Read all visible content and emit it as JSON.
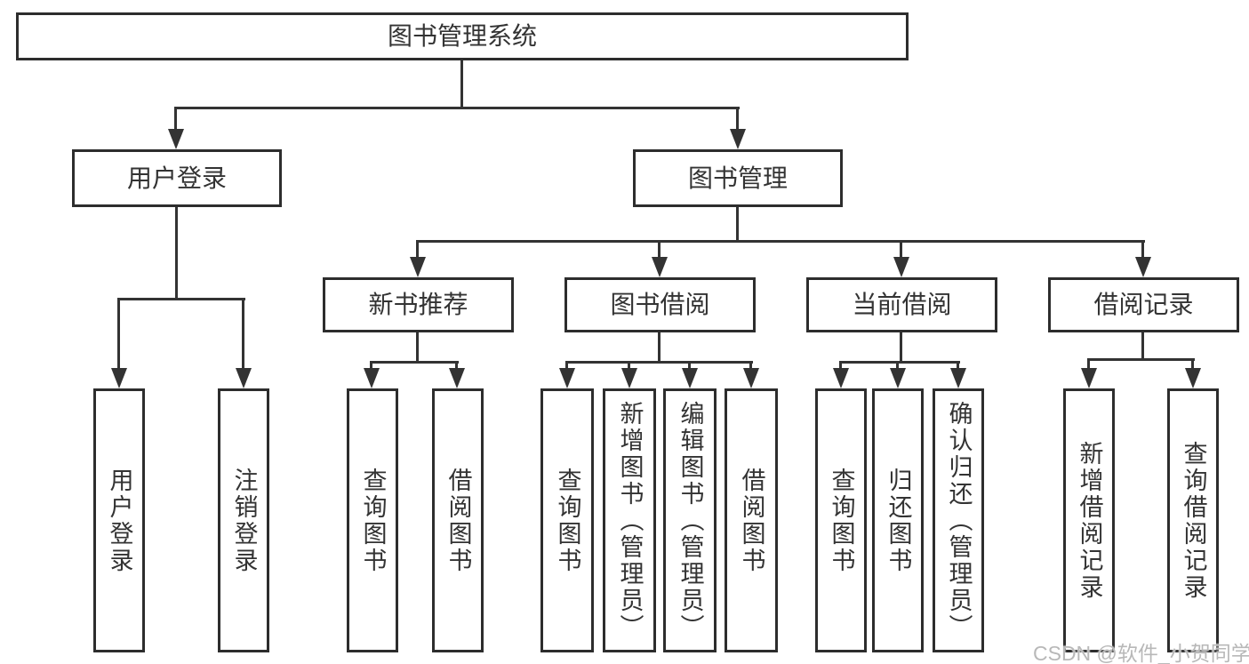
{
  "nodes": {
    "root": "图书管理系统",
    "login_group": "用户登录",
    "book_mgmt": "图书管理",
    "user_login": "用户登录",
    "logout": "注销登录",
    "new_book_rec": "新书推荐",
    "book_borrow": "图书借阅",
    "current_borrow": "当前借阅",
    "borrow_record": "借阅记录",
    "nbr_query_book": "查询图书",
    "nbr_borrow_book": "借阅图书",
    "bb_query_book": "查询图书",
    "bb_add_book": "新增图书（管理员）",
    "bb_edit_book": "编辑图书（管理员）",
    "bb_borrow_book": "借阅图书",
    "cb_query_book": "查询图书",
    "cb_return_book": "归还图书",
    "cb_confirm_return": "确认归还（管理员）",
    "br_add_record": "新增借阅记录",
    "br_query_record": "查询借阅记录"
  },
  "watermark": "CSDN @软件_小贺同学",
  "colors": {
    "line": "#333333",
    "border": "#2d2d2d",
    "text": "#333333",
    "watermark": "#b8b8b8",
    "background": "#ffffff"
  }
}
